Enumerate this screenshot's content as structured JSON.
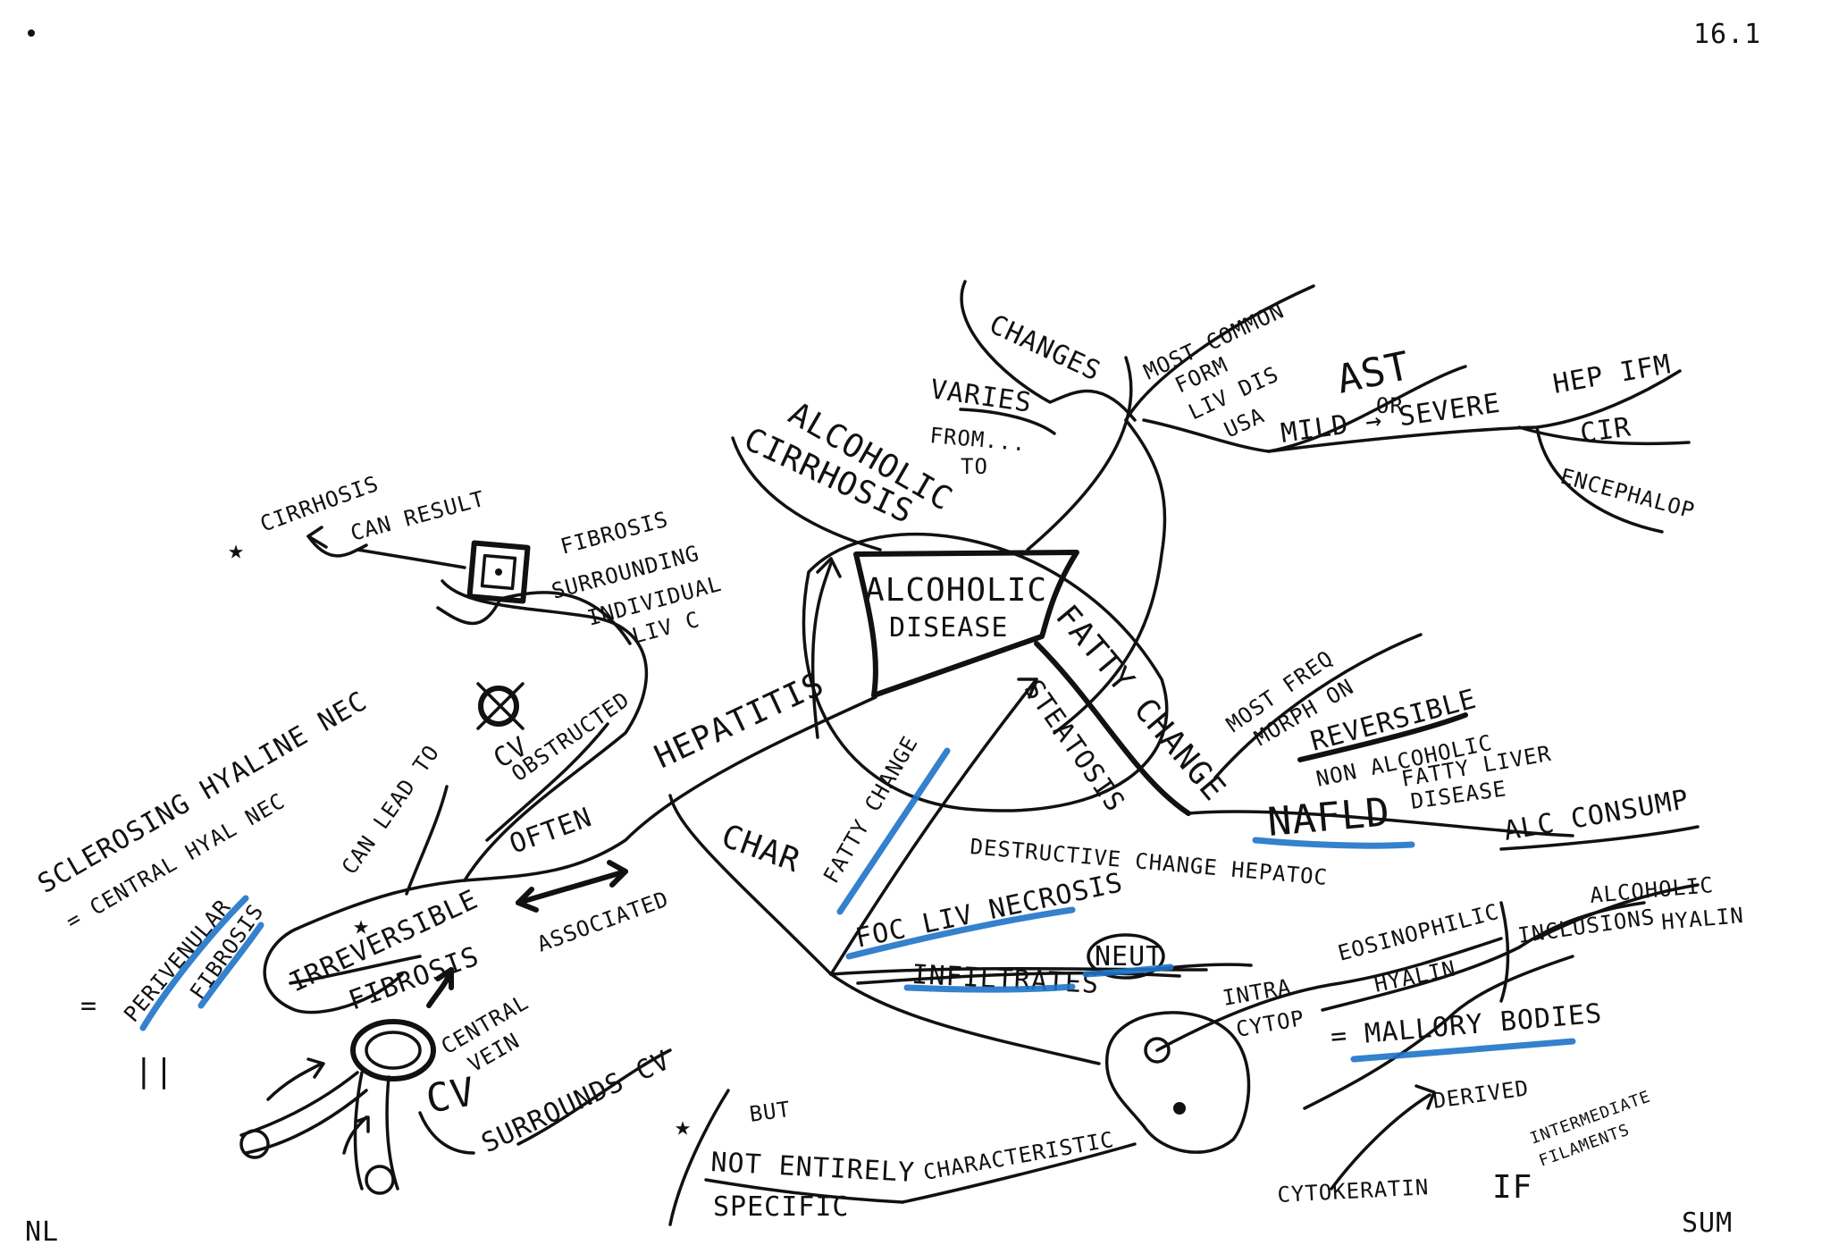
{
  "page_number": "16.1",
  "corner_left": "NL",
  "corner_right": "SUM",
  "center": {
    "line1": "ALCOHOLIC",
    "line2": "DISEASE"
  },
  "branches": {
    "cirrhosis": {
      "line1": "ALCOHOLIC",
      "line2": "CIRRHOSIS"
    },
    "changes": "CHANGES",
    "varies": {
      "line1": "VARIES",
      "line2": "FROM...",
      "line3": "TO"
    },
    "most_common": {
      "line1": "MOST COMMON",
      "line2": "FORM",
      "line3": "LIV DIS",
      "line4": "USA"
    },
    "ast": "AST",
    "or": "OR",
    "mild_severe": "MILD → SEVERE",
    "hep_ifm": "HEP IFM",
    "cir": "CIR",
    "encephalop": "ENCEPHALOP",
    "fatty_change": "FATTY CHANGE",
    "steatosis": "STEATOSIS",
    "most_freq": {
      "line1": "MOST FREQ",
      "line2": "MORPH ON"
    },
    "reversible": "REVERSIBLE",
    "non_alcoholic": {
      "line1": "NON ALCOHOLIC",
      "line2": "FATTY LIVER",
      "line3": "DISEASE"
    },
    "nafld": "NAFLD",
    "alc_consump": "ALC CONSUMP",
    "hepatitis": "HEPATITIS",
    "char": "CHAR",
    "fatty_change_diag": "FATTY CHANGE",
    "destructive": "DESTRUCTIVE CHANGE HEPATOC",
    "foc_liv_necrosis": "FOC LIV NECROSIS",
    "infiltrates": "INFILTRATES",
    "neut": "NEUT",
    "intra": "INTRA",
    "cytop": "CYTOP",
    "eosinophilic": "EOSINOPHILIC",
    "hyalin": "HYALIN",
    "inclusions": "INCLUSIONS",
    "alcoholic_hyalin": {
      "line1": "ALCOHOLIC",
      "line2": "HYALIN"
    },
    "mallory": "= MALLORY BODIES",
    "derived": "DERIVED",
    "cytokeratin": "CYTOKERATIN",
    "if": "IF",
    "intermediate_filaments": {
      "line1": "INTERMEDIATE",
      "line2": "FILAMENTS"
    },
    "but": "BUT",
    "not_entirely": "NOT ENTIRELY",
    "specific": "SPECIFIC",
    "characteristic": "CHARACTERISTIC",
    "often": "OFTEN",
    "associated": "ASSOCIATED",
    "irreversible": "IRREVERSIBLE",
    "fibrosis": "FIBROSIS",
    "can_lead_to": "CAN LEAD TO",
    "cv_obstruct": {
      "line1": "CV",
      "line2": "OBSTRUCTED"
    },
    "fibrosis_surround": {
      "line1": "FIBROSIS",
      "line2": "SURROUNDING",
      "line3": "INDIVIDUAL",
      "line4": "LIV C"
    },
    "can_result": "CAN RESULT",
    "cirrhosis_left": "CIRRHOSIS",
    "sclerosing": "SCLEROSING HYALINE NEC",
    "central_hyal": "= CENTRAL HYAL NEC",
    "perivenular": "PERIVENULAR",
    "fibrosis_blue": "FIBROSIS",
    "central_vein": {
      "line1": "CENTRAL",
      "line2": "VEIN"
    },
    "cv": "CV",
    "surrounds_cv": "SURROUNDS CV",
    "equals_1": "=",
    "equals_2": "=",
    "parallel": "||"
  }
}
